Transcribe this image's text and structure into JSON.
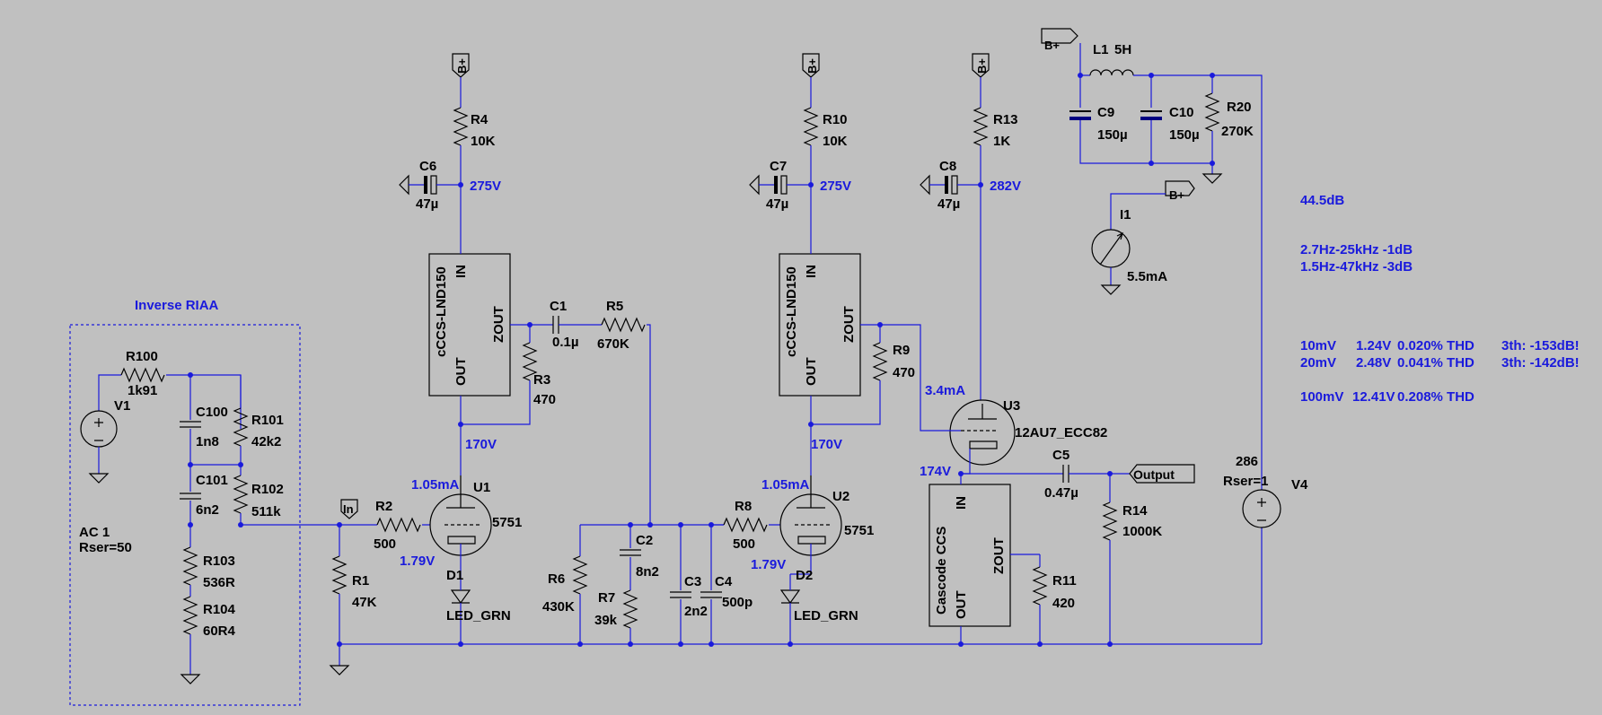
{
  "colors": {
    "background": "#c0c0c0",
    "wire": "#1a1adc",
    "component": "#000000",
    "annotation": "#1a1adc"
  },
  "power_flags": {
    "bplus": "B+",
    "output": "Output",
    "in": "In"
  },
  "components": {
    "R100": {
      "name": "R100",
      "value": "1k91"
    },
    "C100": {
      "name": "C100",
      "value": "1n8"
    },
    "R101": {
      "name": "R101",
      "value": "42k2"
    },
    "C101": {
      "name": "C101",
      "value": "6n2"
    },
    "R102": {
      "name": "R102",
      "value": "511k"
    },
    "R103": {
      "name": "R103",
      "value": "536R"
    },
    "R104": {
      "name": "R104",
      "value": "60R4"
    },
    "V1": {
      "name": "V1",
      "value1": "AC 1",
      "value2": "Rser=50"
    },
    "R1": {
      "name": "R1",
      "value": "47K"
    },
    "R2": {
      "name": "R2",
      "value": "500"
    },
    "U1": {
      "name": "U1",
      "value": "5751"
    },
    "D1": {
      "name": "D1",
      "value": "LED_GRN"
    },
    "R4": {
      "name": "R4",
      "value": "10K"
    },
    "C6": {
      "name": "C6",
      "value": "47µ"
    },
    "R3": {
      "name": "R3",
      "value": "470"
    },
    "C1": {
      "name": "C1",
      "value": "0.1µ"
    },
    "R5": {
      "name": "R5",
      "value": "670K"
    },
    "R6": {
      "name": "R6",
      "value": "430K"
    },
    "C2": {
      "name": "C2",
      "value": "8n2"
    },
    "R7": {
      "name": "R7",
      "value": "39k"
    },
    "C3": {
      "name": "C3",
      "value": "2n2"
    },
    "C4": {
      "name": "C4",
      "value": "500p"
    },
    "R8": {
      "name": "R8",
      "value": "500"
    },
    "U2": {
      "name": "U2",
      "value": "5751"
    },
    "D2": {
      "name": "D2",
      "value": "LED_GRN"
    },
    "R10": {
      "name": "R10",
      "value": "10K"
    },
    "C7": {
      "name": "C7",
      "value": "47µ"
    },
    "R9": {
      "name": "R9",
      "value": "470"
    },
    "R13": {
      "name": "R13",
      "value": "1K"
    },
    "C8": {
      "name": "C8",
      "value": "47µ"
    },
    "U3": {
      "name": "U3",
      "value": "12AU7_ECC82"
    },
    "C5": {
      "name": "C5",
      "value": "0.47µ"
    },
    "R14": {
      "name": "R14",
      "value": "1000K"
    },
    "R11": {
      "name": "R11",
      "value": "420"
    },
    "L1": {
      "name": "L1",
      "value": "5H"
    },
    "C9": {
      "name": "C9",
      "value": "150µ"
    },
    "C10": {
      "name": "C10",
      "value": "150µ"
    },
    "R20": {
      "name": "R20",
      "value": "270K"
    },
    "I1": {
      "name": "I1",
      "value": "5.5mA"
    },
    "V4": {
      "name": "V4",
      "value1": "286",
      "value2": "Rser=1"
    }
  },
  "blocks": {
    "ccs1": {
      "title": "cCCS-LND150",
      "in": "IN",
      "out": "OUT",
      "zout": "ZOUT"
    },
    "ccs2": {
      "title": "cCCS-LND150",
      "in": "IN",
      "out": "OUT",
      "zout": "ZOUT"
    },
    "ccs3": {
      "title": "Cascode CCS",
      "in": "IN",
      "out": "OUT",
      "zout": "ZOUT"
    }
  },
  "inverse_riaa_label": "Inverse RIAA",
  "node_voltages": {
    "v275a": "275V",
    "v275b": "275V",
    "v282": "282V",
    "v170a": "170V",
    "v170b": "170V",
    "v174": "174V",
    "v179a": "1.79V",
    "v179b": "1.79V",
    "i105a": "1.05mA",
    "i105b": "1.05mA",
    "i34": "3.4mA"
  },
  "results": {
    "gain": "44.5dB",
    "bw1": "2.7Hz-25kHz  -1dB",
    "bw2": "1.5Hz-47kHz  -3dB",
    "rows": [
      {
        "in": "10mV",
        "out": "1.24V",
        "thd": "0.020% THD",
        "h3": "3th: -153dB!"
      },
      {
        "in": "20mV",
        "out": "2.48V",
        "thd": "0.041% THD",
        "h3": "3th: -142dB!"
      },
      {
        "in": "100mV",
        "out": "12.41V",
        "thd": "0.208% THD",
        "h3": ""
      }
    ]
  }
}
